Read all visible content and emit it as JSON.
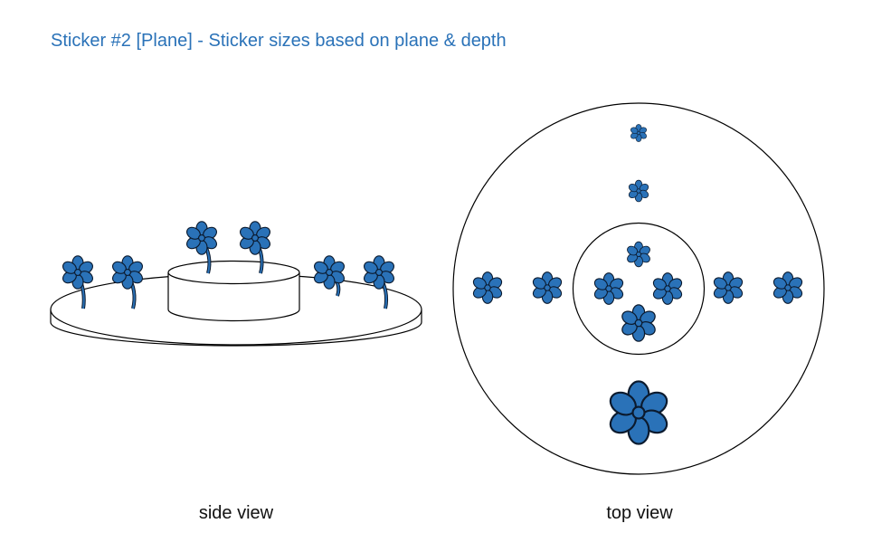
{
  "title": "Sticker #2 [Plane] - Sticker sizes based on plane & depth",
  "captions": {
    "side_view": "side view",
    "top_view": "top view"
  },
  "icons": {
    "sticker": "flower-icon"
  },
  "colors": {
    "title": "#2a72b8",
    "flower_fill": "#2a72b8",
    "flower_stroke": "#0b1a2e",
    "outline": "#000000"
  }
}
